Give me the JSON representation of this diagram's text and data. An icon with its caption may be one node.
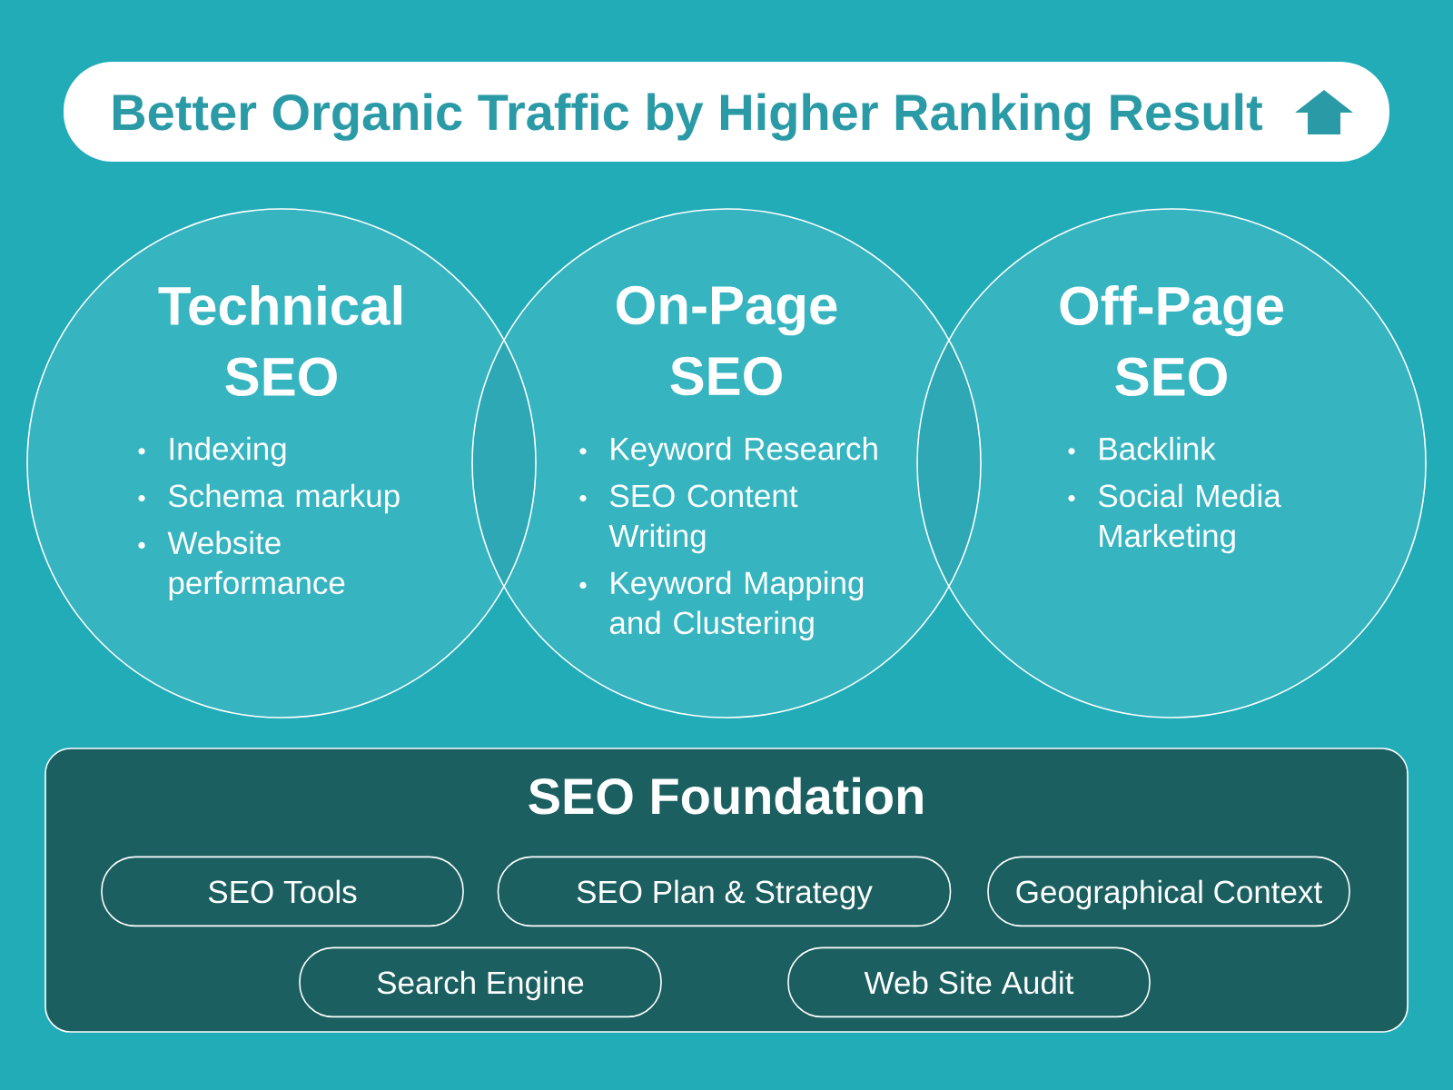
{
  "diagram": {
    "title": "Better Organic Traffic by Higher Ranking Result",
    "nodes": [
      {
        "text": [
          "Technical SEO",
          "Indexing",
          "Schema markup",
          "Website performance"
        ]
      },
      {
        "text": [
          "On-Page SEO",
          "Keyword Research",
          "SEO Content Writing",
          "Keyword Mapping and Clustering"
        ]
      },
      {
        "text": [
          "Off-Page SEO",
          "Backlink",
          "Social Media Marketing"
        ]
      },
      {
        "text": [
          "SEO Foundation"
        ]
      },
      {
        "text": [
          "SEO Tools"
        ],
        "in": 3
      },
      {
        "text": [
          "SEO Plan & Strategy"
        ],
        "in": 3
      },
      {
        "text": [
          "Geographical Context"
        ],
        "in": 3
      },
      {
        "text": [
          "Search Engine"
        ],
        "in": 3
      },
      {
        "text": [
          "Web Site Audit"
        ],
        "in": 3
      }
    ]
  }
}
